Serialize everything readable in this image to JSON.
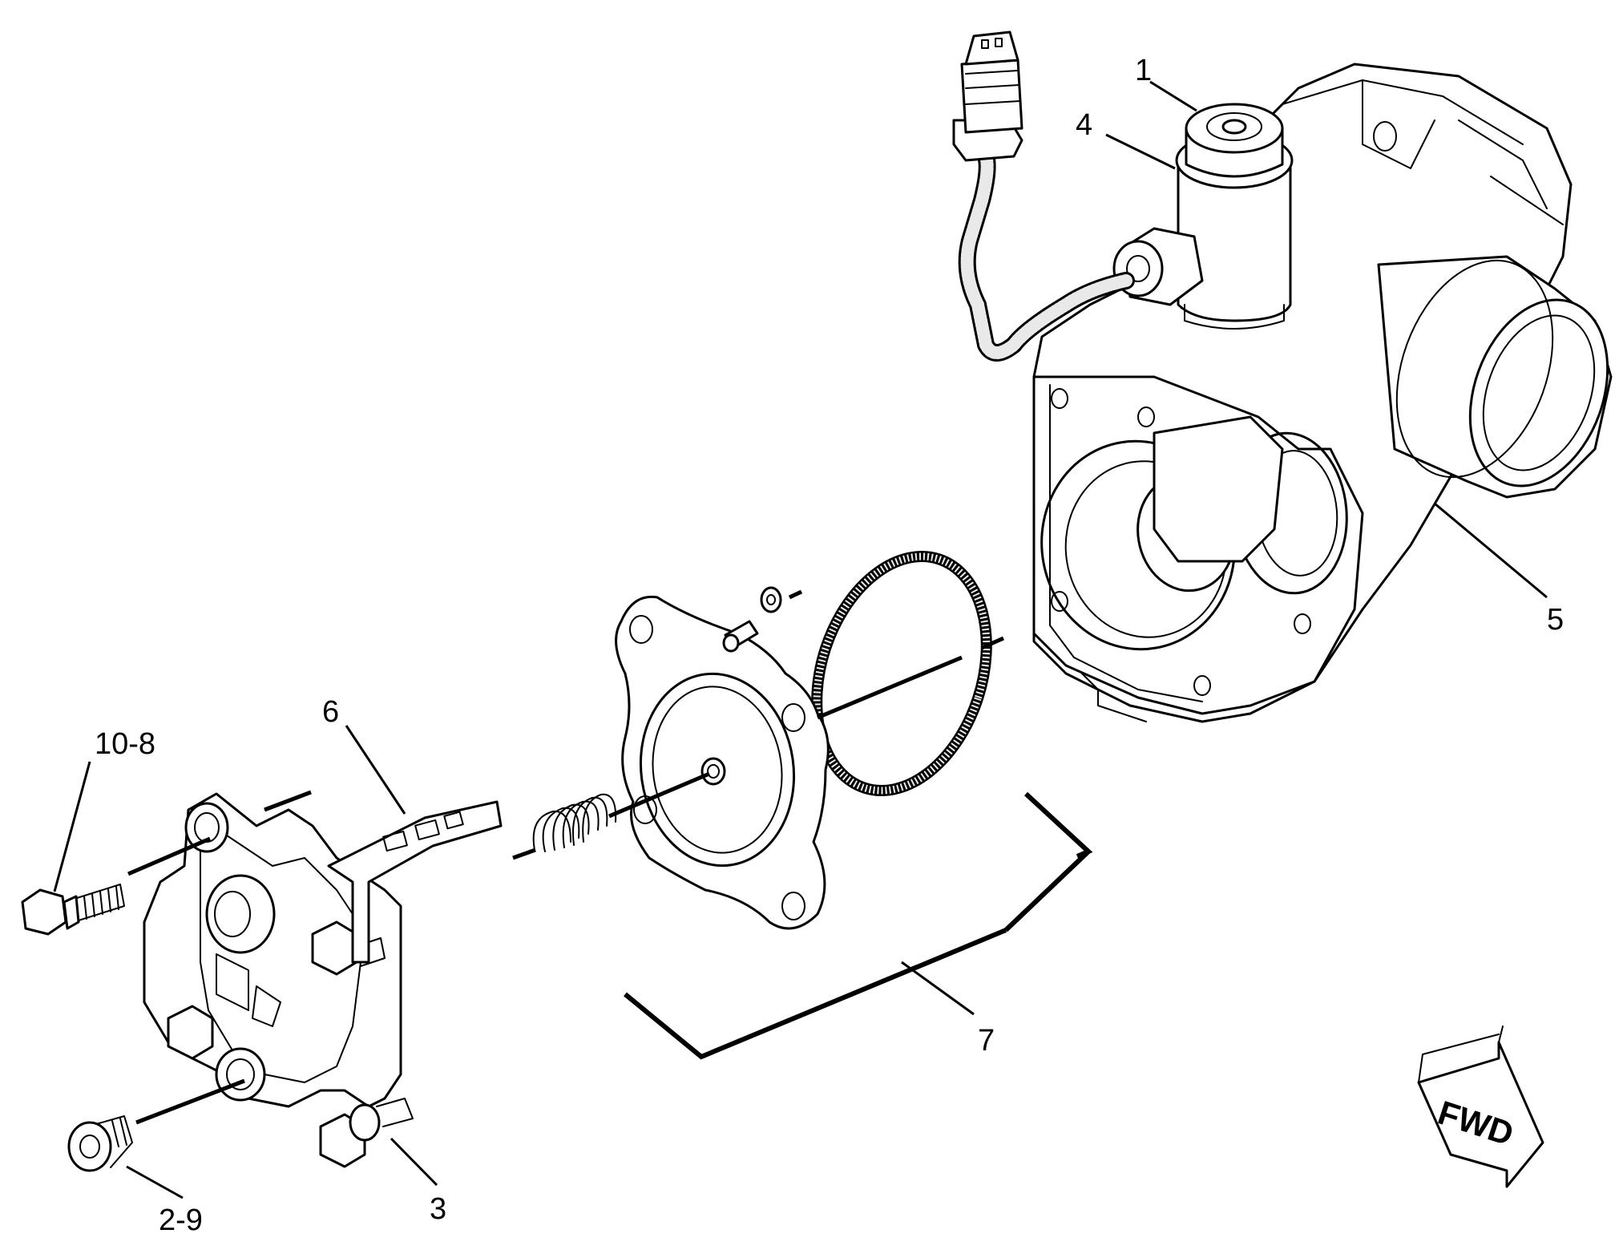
{
  "diagram": {
    "callouts": {
      "c1": "1",
      "c4": "4",
      "c5": "5",
      "c6": "6",
      "c7": "7",
      "c10_8": "10-8",
      "c2_9": "2-9",
      "c3": "3"
    },
    "fwd_label": "FWD"
  }
}
